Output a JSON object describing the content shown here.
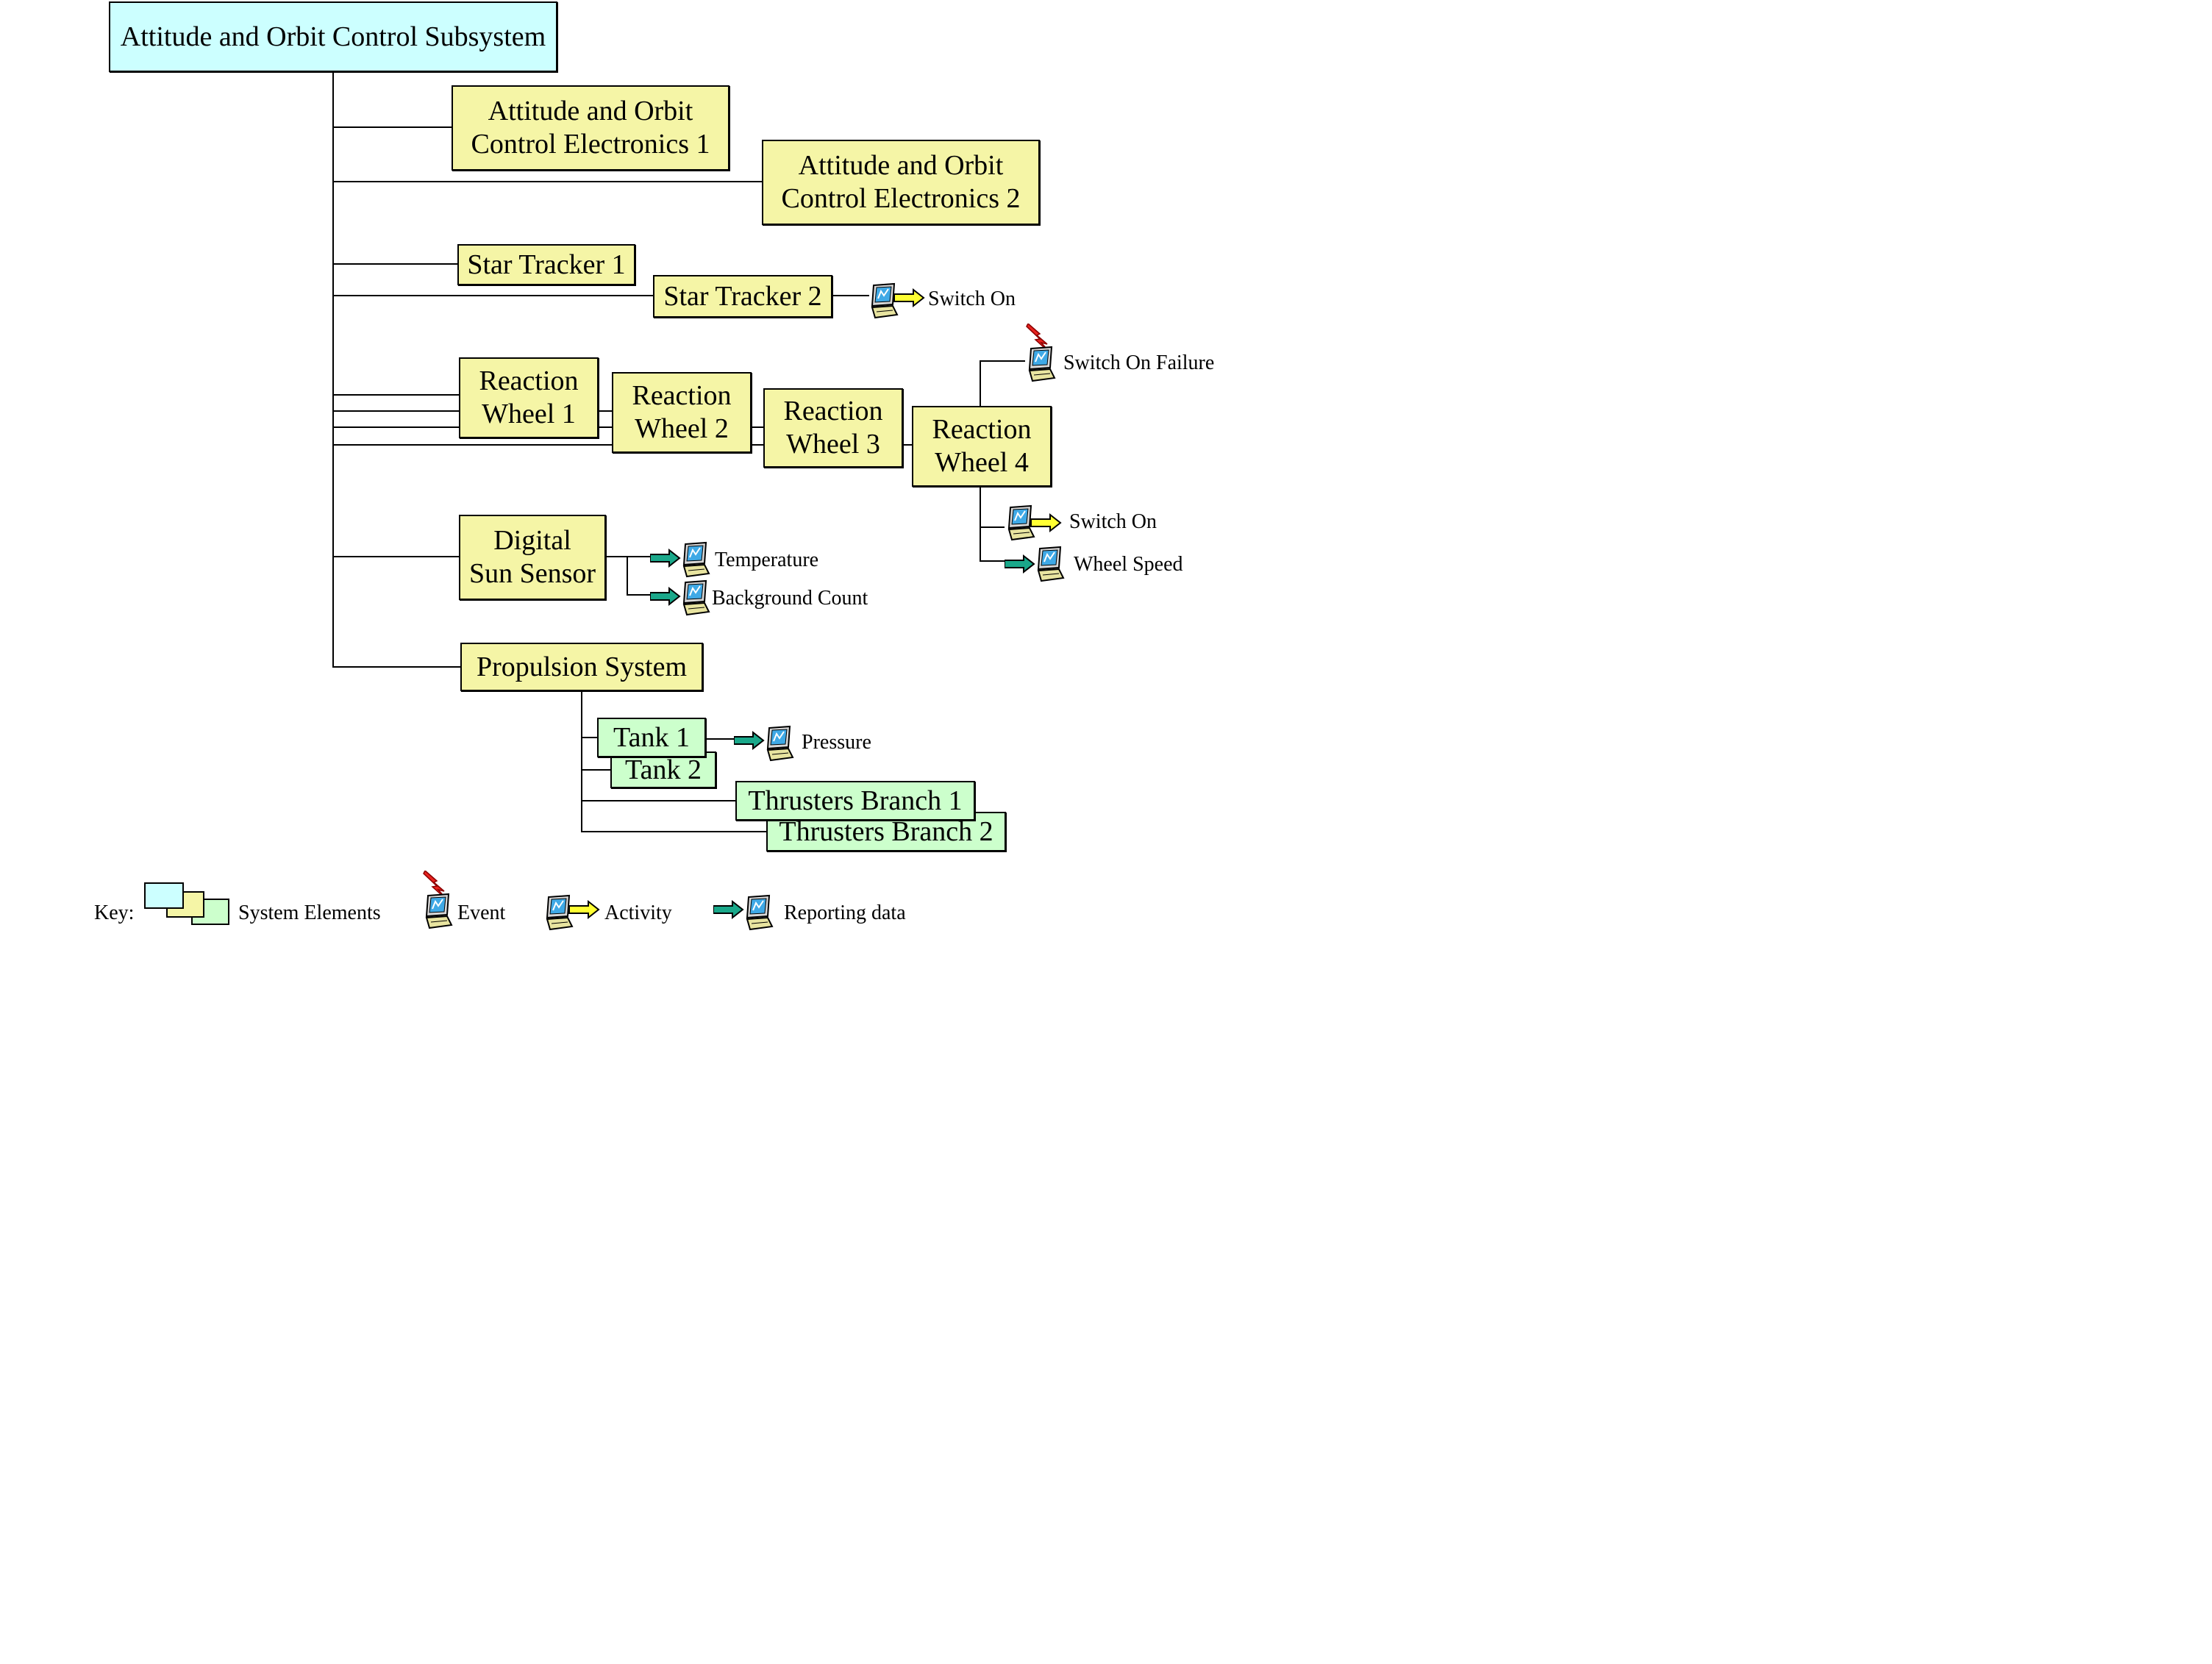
{
  "root": {
    "label": "Attitude and Orbit Control Subsystem",
    "color": "#ccffff"
  },
  "elements": {
    "aoce1": "Attitude and Orbit\nControl Electronics 1",
    "aoce2": "Attitude and Orbit\nControl Electronics 2",
    "st1": "Star Tracker 1",
    "st2": "Star Tracker 2",
    "rw1": "Reaction\nWheel 1",
    "rw2": "Reaction\nWheel 2",
    "rw3": "Reaction\nWheel 3",
    "rw4": "Reaction\nWheel 4",
    "dss": "Digital\nSun Sensor",
    "prop": "Propulsion System",
    "tank1": "Tank 1",
    "tank2": "Tank 2",
    "tb1": "Thrusters Branch 1",
    "tb2": "Thrusters Branch 2"
  },
  "annotations": {
    "st2_switch_on": "Switch On",
    "rw4_switch_on_failure": "Switch On Failure",
    "rw4_switch_on": "Switch On",
    "rw4_wheel_speed": "Wheel Speed",
    "dss_temperature": "Temperature",
    "dss_background_count": "Background Count",
    "tank1_pressure": "Pressure"
  },
  "key": {
    "title": "Key:",
    "system_elements": "System Elements",
    "event": "Event",
    "activity": "Activity",
    "reporting_data": "Reporting data"
  },
  "colors": {
    "subsystem": "#ccffff",
    "element": "#f5f5a6",
    "sub_element": "#ccffcc",
    "activity_arrow": "#ffff33",
    "reporting_arrow": "#1aa88a",
    "event_bolt": "#e8231f"
  },
  "icons": {
    "activity": "computer-icon-with-yellow-arrow",
    "reporting": "computer-icon-with-teal-arrow",
    "event": "computer-icon-with-lightning-bolt"
  }
}
